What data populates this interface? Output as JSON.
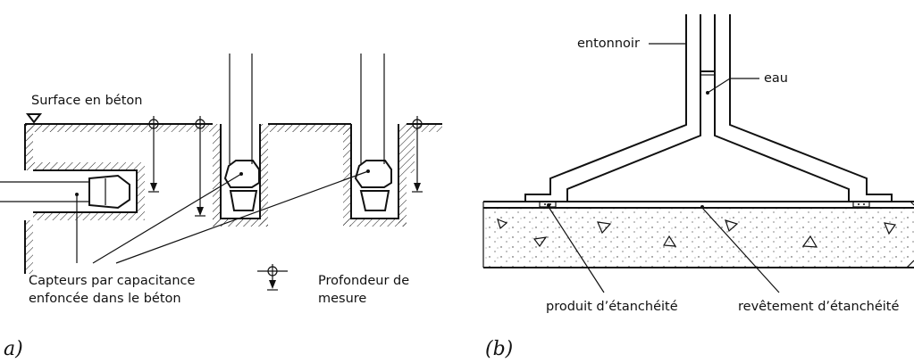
{
  "figure_a": {
    "caption": "a)",
    "surface_label": "Surface en béton",
    "sensors_label_line1": "Capteurs par capacitance",
    "sensors_label_line2": "enfoncée dans le béton",
    "depth_label_line1": "Profondeur de",
    "depth_label_line2": "mesure"
  },
  "figure_b": {
    "caption": "(b)",
    "funnel_label": "entonnoir",
    "water_label": "eau",
    "sealant_label": "produit d’étanchéité",
    "coating_label": "revêtement d’étanchéité"
  }
}
